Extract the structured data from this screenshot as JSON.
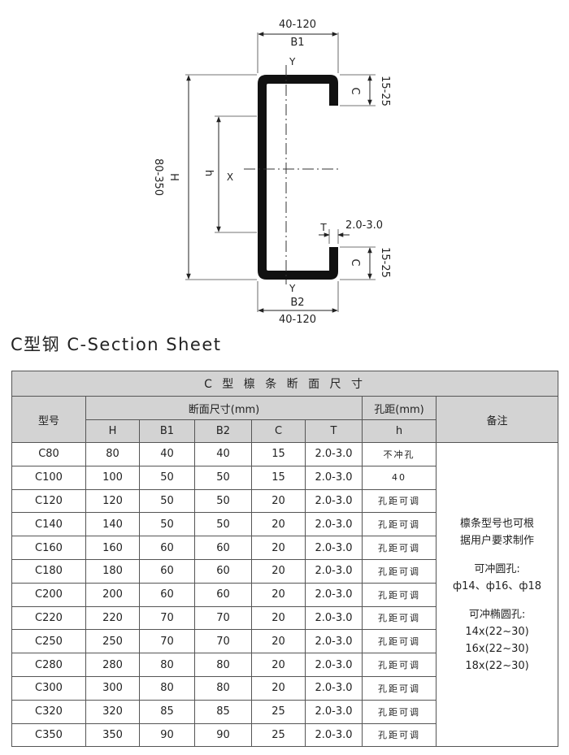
{
  "diagram": {
    "b1_range": "40-120",
    "b1_label": "B1",
    "b2_range": "40-120",
    "b2_label": "B2",
    "y_axis": "Y",
    "x_axis": "X",
    "h_range": "80-350",
    "h_label": "H",
    "hole_label": "h",
    "c_label": "C",
    "c_range": "15-25",
    "t_label": "T",
    "t_range": "2.0-3.0"
  },
  "sheet_title": "C型钢 C-Section Sheet",
  "table": {
    "title": "C 型 檩 条 断 面 尺 寸",
    "col_model": "型号",
    "col_section": "断面尺寸(mm)",
    "col_hole": "孔距(mm)",
    "col_hole_sub": "h",
    "col_remark": "备注",
    "sub_h": "H",
    "sub_b1": "B1",
    "sub_b2": "B2",
    "sub_c": "C",
    "sub_t": "T",
    "rows": [
      {
        "model": "C80",
        "h": "80",
        "b1": "40",
        "b2": "40",
        "c": "15",
        "t": "2.0-3.0",
        "hole": "不冲孔"
      },
      {
        "model": "C100",
        "h": "100",
        "b1": "50",
        "b2": "50",
        "c": "15",
        "t": "2.0-3.0",
        "hole": "40"
      },
      {
        "model": "C120",
        "h": "120",
        "b1": "50",
        "b2": "50",
        "c": "20",
        "t": "2.0-3.0",
        "hole": "孔距可调"
      },
      {
        "model": "C140",
        "h": "140",
        "b1": "50",
        "b2": "50",
        "c": "20",
        "t": "2.0-3.0",
        "hole": "孔距可调"
      },
      {
        "model": "C160",
        "h": "160",
        "b1": "60",
        "b2": "60",
        "c": "20",
        "t": "2.0-3.0",
        "hole": "孔距可调"
      },
      {
        "model": "C180",
        "h": "180",
        "b1": "60",
        "b2": "60",
        "c": "20",
        "t": "2.0-3.0",
        "hole": "孔距可调"
      },
      {
        "model": "C200",
        "h": "200",
        "b1": "60",
        "b2": "60",
        "c": "20",
        "t": "2.0-3.0",
        "hole": "孔距可调"
      },
      {
        "model": "C220",
        "h": "220",
        "b1": "70",
        "b2": "70",
        "c": "20",
        "t": "2.0-3.0",
        "hole": "孔距可调"
      },
      {
        "model": "C250",
        "h": "250",
        "b1": "70",
        "b2": "70",
        "c": "20",
        "t": "2.0-3.0",
        "hole": "孔距可调"
      },
      {
        "model": "C280",
        "h": "280",
        "b1": "80",
        "b2": "80",
        "c": "20",
        "t": "2.0-3.0",
        "hole": "孔距可调"
      },
      {
        "model": "C300",
        "h": "300",
        "b1": "80",
        "b2": "80",
        "c": "20",
        "t": "2.0-3.0",
        "hole": "孔距可调"
      },
      {
        "model": "C320",
        "h": "320",
        "b1": "85",
        "b2": "85",
        "c": "25",
        "t": "2.0-3.0",
        "hole": "孔距可调"
      },
      {
        "model": "C350",
        "h": "350",
        "b1": "90",
        "b2": "90",
        "c": "25",
        "t": "2.0-3.0",
        "hole": "孔距可调"
      }
    ],
    "remark": {
      "line1": "檩条型号也可根",
      "line2": "据用户要求制作",
      "line3": "可冲圆孔:",
      "line4": "ф14、ф16、ф18",
      "line5": "可冲椭圆孔:",
      "line6": "14x(22~30)",
      "line7": "16x(22~30)",
      "line8": "18x(22~30)"
    }
  }
}
